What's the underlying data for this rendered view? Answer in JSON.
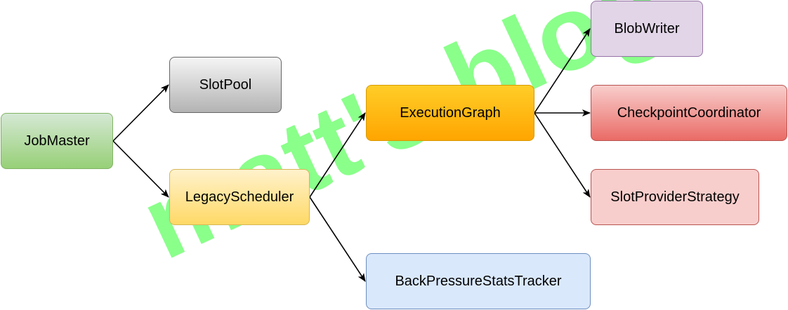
{
  "watermark": {
    "text": "matt's blog",
    "color": "#7dff7d"
  },
  "nodes": {
    "job_master": "JobMaster",
    "slot_pool": "SlotPool",
    "legacy_scheduler": "LegacyScheduler",
    "execution_graph": "ExecutionGraph",
    "back_pressure": "BackPressureStatsTracker",
    "blob_writer": "BlobWriter",
    "checkpoint_coordinator": "CheckpointCoordinator",
    "slot_provider_strategy": "SlotProviderStrategy"
  },
  "edges": [
    [
      "job_master",
      "slot_pool"
    ],
    [
      "job_master",
      "legacy_scheduler"
    ],
    [
      "legacy_scheduler",
      "execution_graph"
    ],
    [
      "legacy_scheduler",
      "back_pressure"
    ],
    [
      "execution_graph",
      "blob_writer"
    ],
    [
      "execution_graph",
      "checkpoint_coordinator"
    ],
    [
      "execution_graph",
      "slot_provider_strategy"
    ]
  ]
}
